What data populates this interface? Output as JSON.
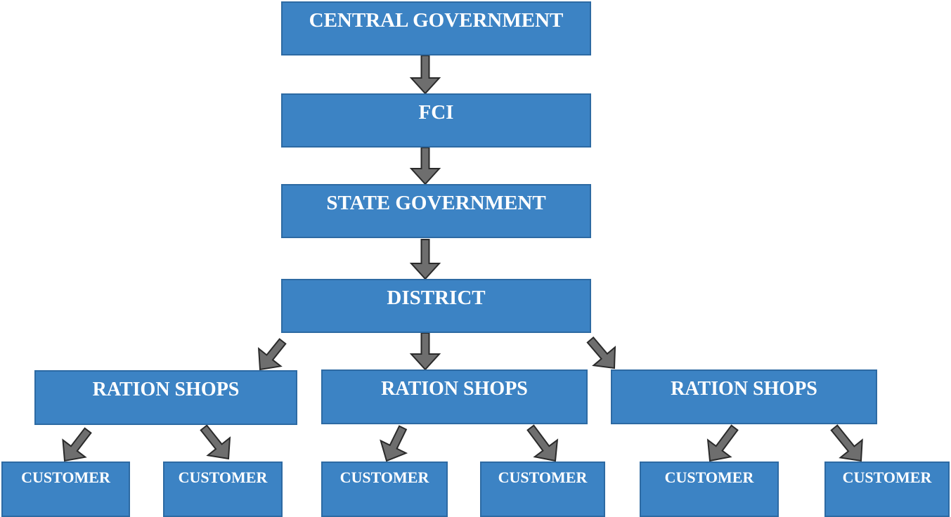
{
  "diagram": {
    "nodes": {
      "central": "CENTRAL GOVERNMENT",
      "fci": "FCI",
      "state": "STATE GOVERNMENT",
      "district": "DISTRICT",
      "shops": [
        "RATION SHOPS",
        "RATION SHOPS",
        "RATION SHOPS"
      ],
      "customers": [
        "CUSTOMER",
        "CUSTOMER",
        "CUSTOMER",
        "CUSTOMER",
        "CUSTOMER",
        "CUSTOMER"
      ]
    },
    "edges": [
      [
        "central",
        "fci"
      ],
      [
        "fci",
        "state"
      ],
      [
        "state",
        "district"
      ],
      [
        "district",
        "shop-1"
      ],
      [
        "district",
        "shop-2"
      ],
      [
        "district",
        "shop-3"
      ],
      [
        "shop-1",
        "customer-1"
      ],
      [
        "shop-1",
        "customer-2"
      ],
      [
        "shop-2",
        "customer-3"
      ],
      [
        "shop-2",
        "customer-4"
      ],
      [
        "shop-3",
        "customer-5"
      ],
      [
        "shop-3",
        "customer-6"
      ]
    ],
    "colors": {
      "box_fill": "#3c83c4",
      "box_border": "#2d6aa3",
      "text": "#ffffff",
      "arrow_fill": "#6e6e6e",
      "arrow_stroke": "#2a2a2a"
    }
  }
}
